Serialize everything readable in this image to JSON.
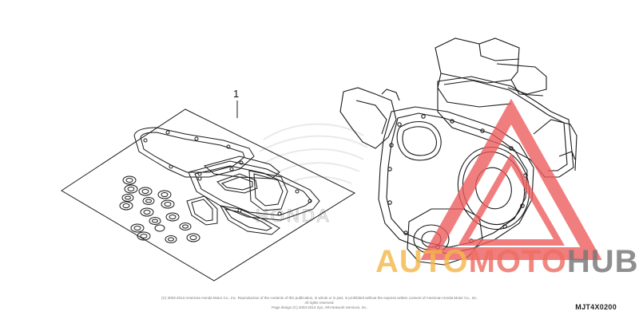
{
  "callout": {
    "number": "1"
  },
  "copyright": {
    "line1": "(C) 2003-2013 American Honda Motor Co., Inc. Reproduction of the contents of this publication, in whole or in part, is prohibited without the express written consent of American Honda Motor Co., Inc. All rights reserved.",
    "line2": "Page design (C) 2003-2013 Sys. ARI Network Services, Inc."
  },
  "diagram_code": "MJT4X0200",
  "watermark": {
    "part1": "AUTO",
    "part2": "MOTO",
    "part3": "HUB",
    "colors": {
      "part1": "#f5b84b",
      "part2": "#ee6f64",
      "part3": "#777777",
      "triangle": "#ee5a5a"
    }
  },
  "background_logo_text": "HONDA",
  "colors": {
    "line": "#1a1a1a",
    "background": "#ffffff"
  }
}
